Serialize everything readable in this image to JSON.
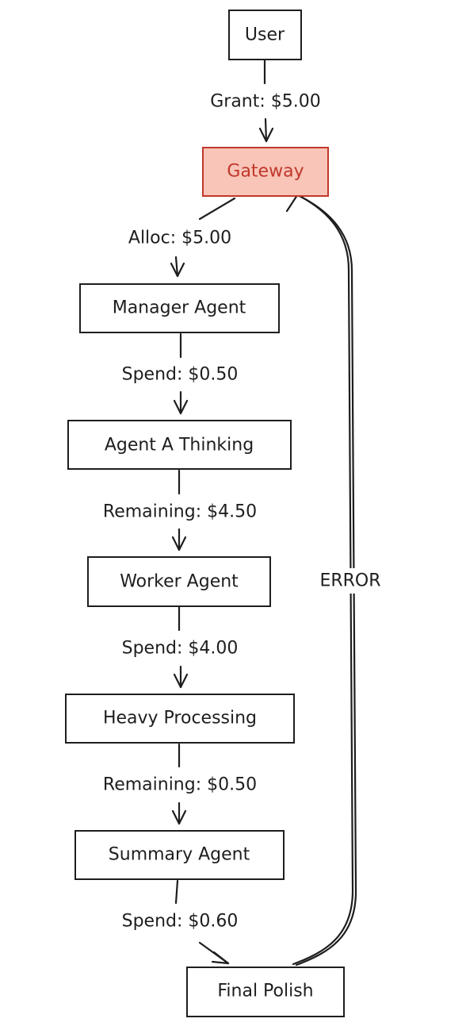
{
  "colors": {
    "stroke": "#1e1e1e",
    "highlight_fill": "#f8c5b8",
    "highlight_stroke": "#c0382b",
    "background": "#ffffff"
  },
  "nodes": {
    "user": "User",
    "gateway": "Gateway",
    "manager": "Manager Agent",
    "agent_a": "Agent A Thinking",
    "worker": "Worker Agent",
    "heavy": "Heavy Processing",
    "summary": "Summary Agent",
    "final": "Final Polish"
  },
  "edges": {
    "user_gateway": "Grant: $5.00",
    "gateway_manager": "Alloc: $5.00",
    "manager_agent_a": "Spend: $0.50",
    "agent_a_worker": "Remaining: $4.50",
    "worker_heavy": "Spend: $4.00",
    "heavy_summary": "Remaining: $0.50",
    "summary_final": "Spend: $0.60",
    "final_gateway": "ERROR"
  }
}
